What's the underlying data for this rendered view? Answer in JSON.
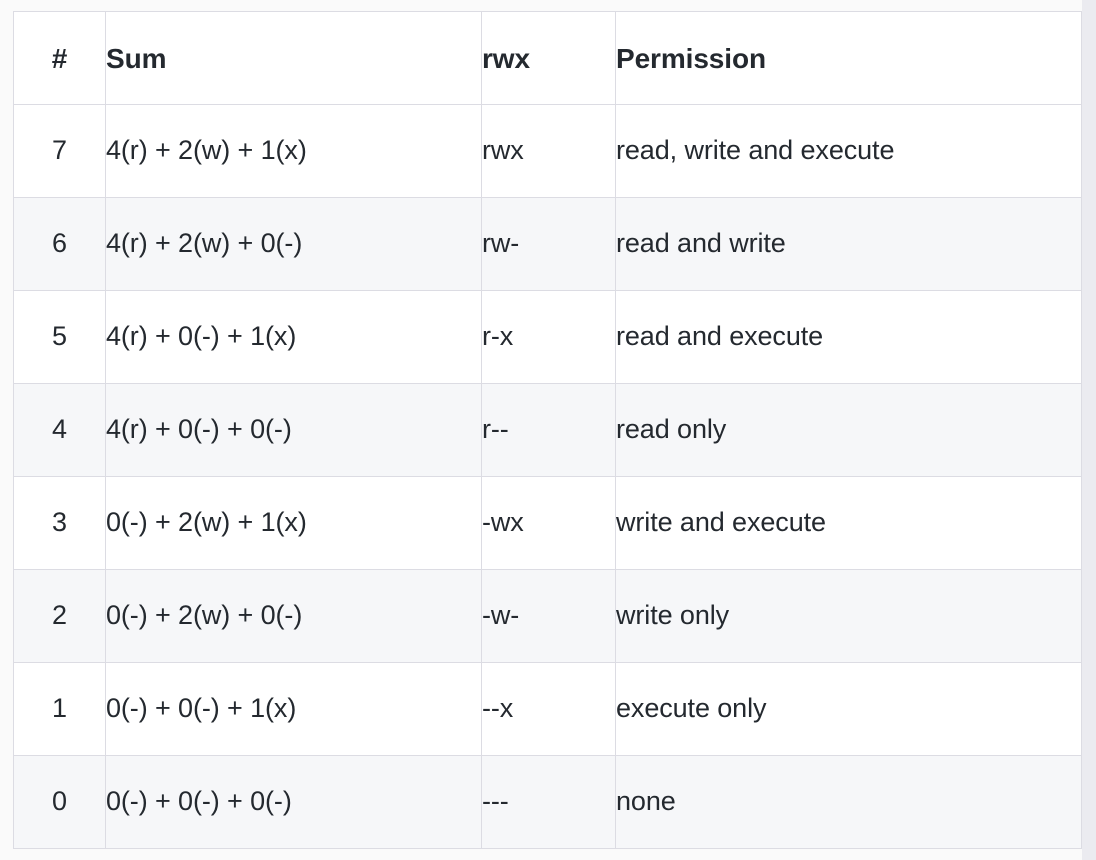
{
  "table": {
    "name": "unix-permission-bits",
    "columns": [
      {
        "key": "num",
        "label": "#",
        "align": "center"
      },
      {
        "key": "sum",
        "label": "Sum",
        "align": "left"
      },
      {
        "key": "rwx",
        "label": "rwx",
        "align": "left"
      },
      {
        "key": "perm",
        "label": "Permission",
        "align": "left"
      }
    ],
    "rows": [
      {
        "num": "7",
        "sum": "4(r) + 2(w) + 1(x)",
        "rwx": "rwx",
        "perm": "read, write and execute",
        "striped": false
      },
      {
        "num": "6",
        "sum": "4(r) + 2(w) + 0(-)",
        "rwx": "rw-",
        "perm": "read and write",
        "striped": true
      },
      {
        "num": "5",
        "sum": "4(r) + 0(-) + 1(x)",
        "rwx": "r-x",
        "perm": "read and execute",
        "striped": false
      },
      {
        "num": "4",
        "sum": "4(r) + 0(-) + 0(-)",
        "rwx": "r--",
        "perm": "read only",
        "striped": true
      },
      {
        "num": "3",
        "sum": "0(-) + 2(w) + 1(x)",
        "rwx": "-wx",
        "perm": "write and execute",
        "striped": false
      },
      {
        "num": "2",
        "sum": "0(-) + 2(w) + 0(-)",
        "rwx": "-w-",
        "perm": "write only",
        "striped": true
      },
      {
        "num": "1",
        "sum": "0(-) + 0(-) + 1(x)",
        "rwx": "--x",
        "perm": "execute only",
        "striped": false
      },
      {
        "num": "0",
        "sum": "0(-) + 0(-) + 0(-)",
        "rwx": "---",
        "perm": "none",
        "striped": true
      }
    ]
  },
  "colors": {
    "text": "#24292f",
    "border": "#dcdce3",
    "row_striped_bg": "#f6f7f9",
    "row_plain_bg": "#ffffff",
    "page_bg": "#fafafa",
    "gutter_bg": "#ebebf0"
  }
}
